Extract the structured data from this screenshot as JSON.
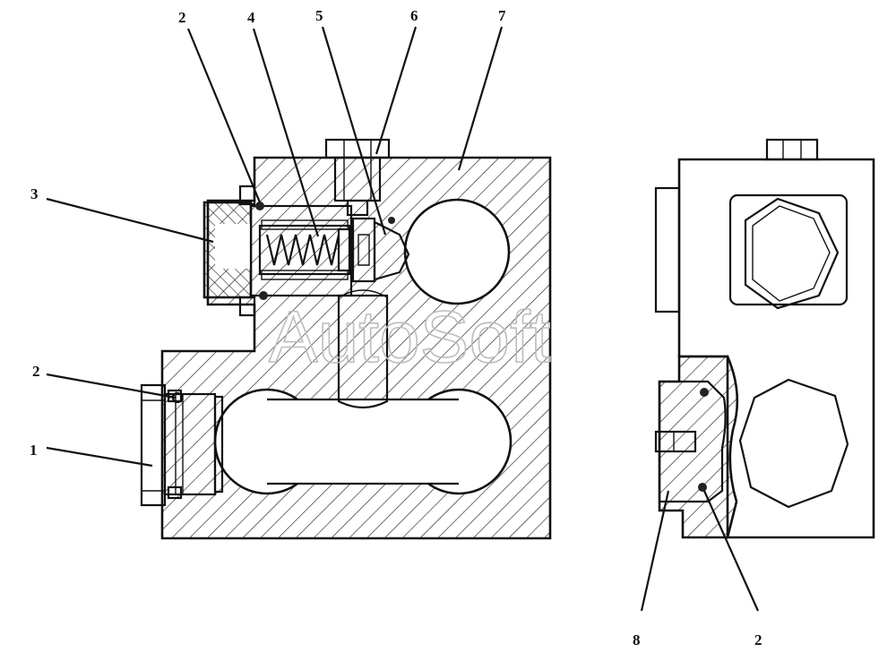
{
  "figure": {
    "watermark": "AutoSoft",
    "callouts": [
      {
        "id": "c1",
        "label": "1"
      },
      {
        "id": "c2a",
        "label": "2"
      },
      {
        "id": "c2b",
        "label": "2"
      },
      {
        "id": "c2c",
        "label": "2"
      },
      {
        "id": "c3",
        "label": "3"
      },
      {
        "id": "c4",
        "label": "4"
      },
      {
        "id": "c5",
        "label": "5"
      },
      {
        "id": "c6",
        "label": "6"
      },
      {
        "id": "c7",
        "label": "7"
      },
      {
        "id": "c8",
        "label": "8"
      }
    ]
  }
}
